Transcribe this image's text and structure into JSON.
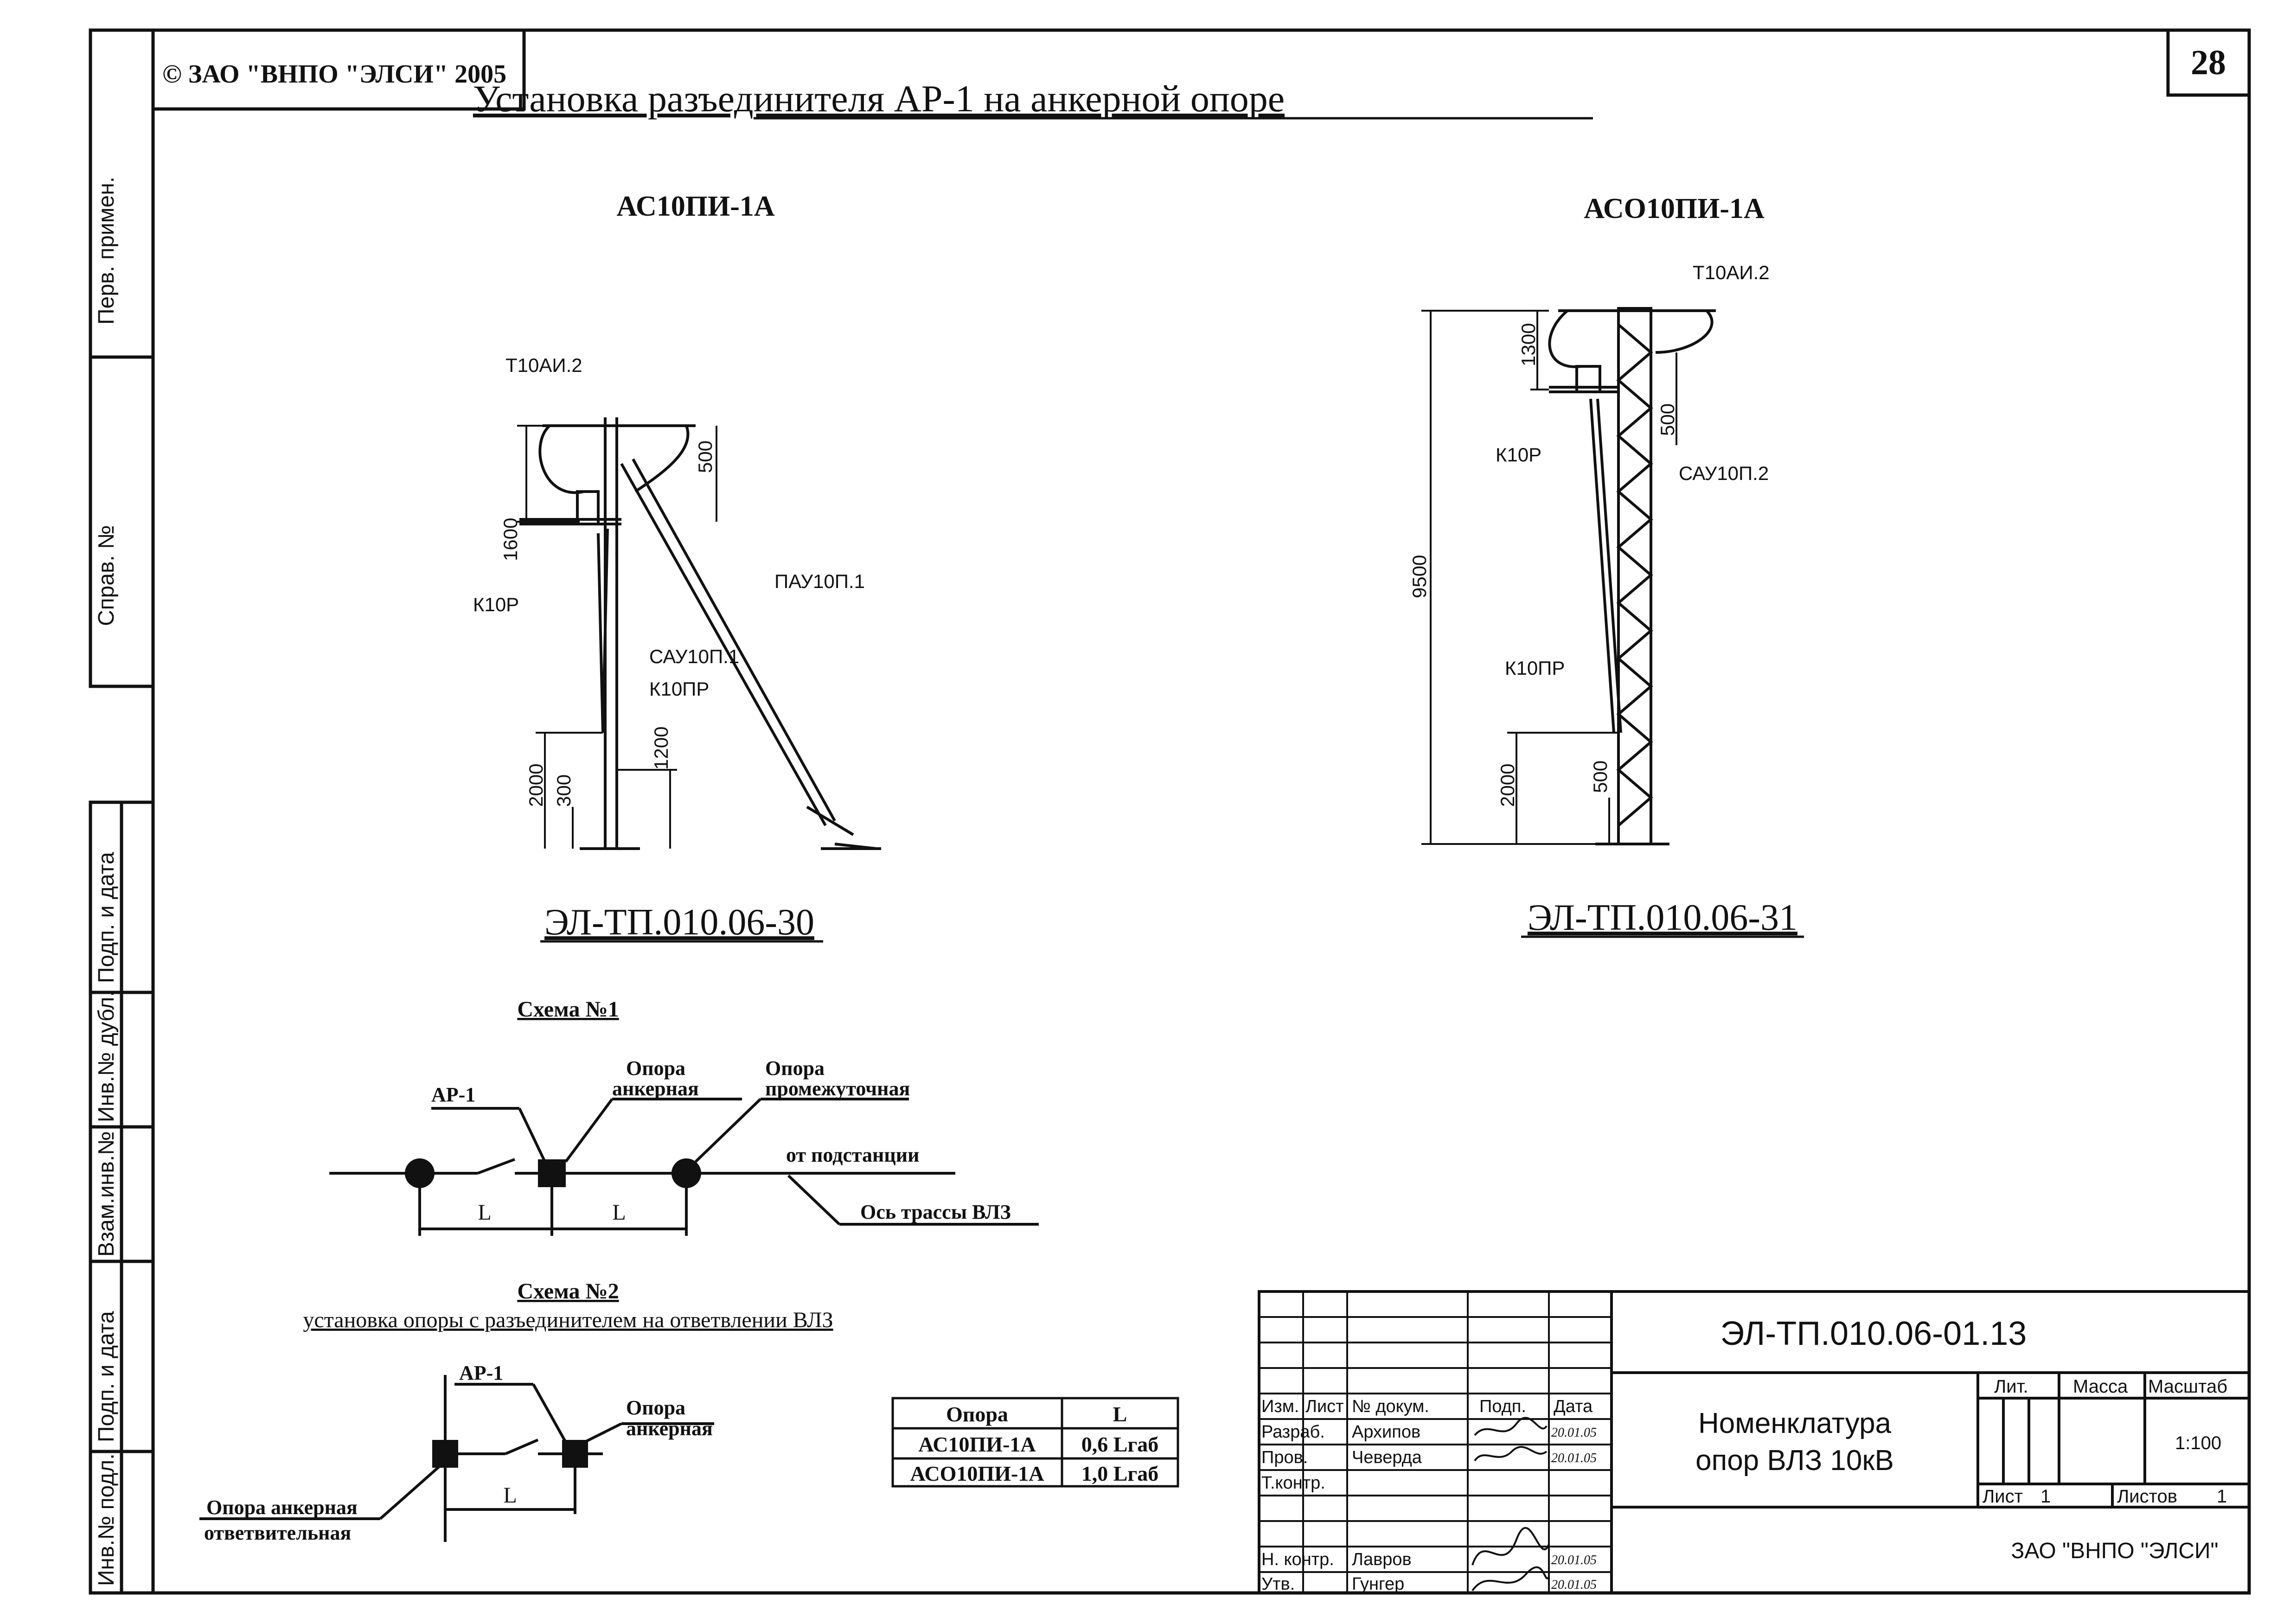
{
  "copyright": "© ЗАО \"ВНПО \"ЭЛСИ\" 2005",
  "page_number": "28",
  "title": "Установка разъединителя АР-1 на анкерной опоре",
  "side_stamp": [
    "Перв. примен.",
    "Справ. №",
    "Подп. и дата",
    "Инв.№ дубл.",
    "Взам.инв.№",
    "Подп. и дата",
    "Инв.№ подл."
  ],
  "left_drawing": {
    "heading": "АС10ПИ-1А",
    "code": "ЭЛ-ТП.010.06-30",
    "labels": {
      "top": "Т10АИ.2",
      "strut": "ПАУ10П.1",
      "pole": "САУ10П.1",
      "lower_clamp": "К10ПР",
      "upper_clamp": "К10Р"
    },
    "dims": {
      "d1600": "1600",
      "d500": "500",
      "d2000": "2000",
      "d1200": "1200",
      "d300": "300"
    }
  },
  "right_drawing": {
    "heading": "АСО10ПИ-1А",
    "code": "ЭЛ-ТП.010.06-31",
    "labels": {
      "top": "Т10АИ.2",
      "pole": "САУ10П.2",
      "upper_clamp": "К10Р",
      "lower_clamp": "К10ПР"
    },
    "dims": {
      "d1300": "1300",
      "d500a": "500",
      "d9500": "9500",
      "d2000": "2000",
      "d500b": "500"
    }
  },
  "scheme1": {
    "title": "Схема №1",
    "ar": "АР-1",
    "anchor_line1": "Опора",
    "anchor_line2": "анкерная",
    "inter_line1": "Опора",
    "inter_line2": "промежуточная",
    "from_sub": "от подстанции",
    "axis": "Ось трассы ВЛЗ",
    "L": "L"
  },
  "scheme2": {
    "title": "Схема №2",
    "subtitle": "установка опоры с разъединителем на ответвлении ВЛЗ",
    "ar": "АР-1",
    "anchor_line1": "Опора",
    "anchor_line2": "анкерная",
    "branch_line1": "Опора анкерная",
    "branch_line2": "ответвительная",
    "L": "L"
  },
  "table": {
    "headers": [
      "Опора",
      "L"
    ],
    "rows": [
      [
        "АС10ПИ-1А",
        "0,6 Lгаб"
      ],
      [
        "АСО10ПИ-1А",
        "1,0 Lгаб"
      ]
    ]
  },
  "title_block": {
    "doc_code": "ЭЛ-ТП.010.06-01.13",
    "name_line1": "Номенклатура",
    "name_line2": "опор ВЛЗ 10кВ",
    "col_izm": "Изм.",
    "col_list": "Лист",
    "col_doc": "№ докум.",
    "col_sign": "Подп.",
    "col_date": "Дата",
    "razrab": "Разраб.",
    "razrab_name": "Архипов",
    "prov": "Пров.",
    "prov_name": "Чеверда",
    "tkontr": "Т.контр.",
    "nkontr": "Н. контр.",
    "nkontr_name": "Лавров",
    "utv": "Утв.",
    "utv_name": "Гунгер",
    "lit": "Лит.",
    "massa": "Масса",
    "masshtab": "Масштаб",
    "scale": "1:100",
    "sheet_lbl": "Лист",
    "sheet_val": "1",
    "sheets_lbl": "Листов",
    "sheets_val": "1",
    "org": "ЗАО \"ВНПО \"ЭЛСИ\"",
    "date_razrab": "20.01.05",
    "date_prov": "20.01.05",
    "date_nkontr": "20.01.05",
    "date_utv": "20.01.05"
  }
}
